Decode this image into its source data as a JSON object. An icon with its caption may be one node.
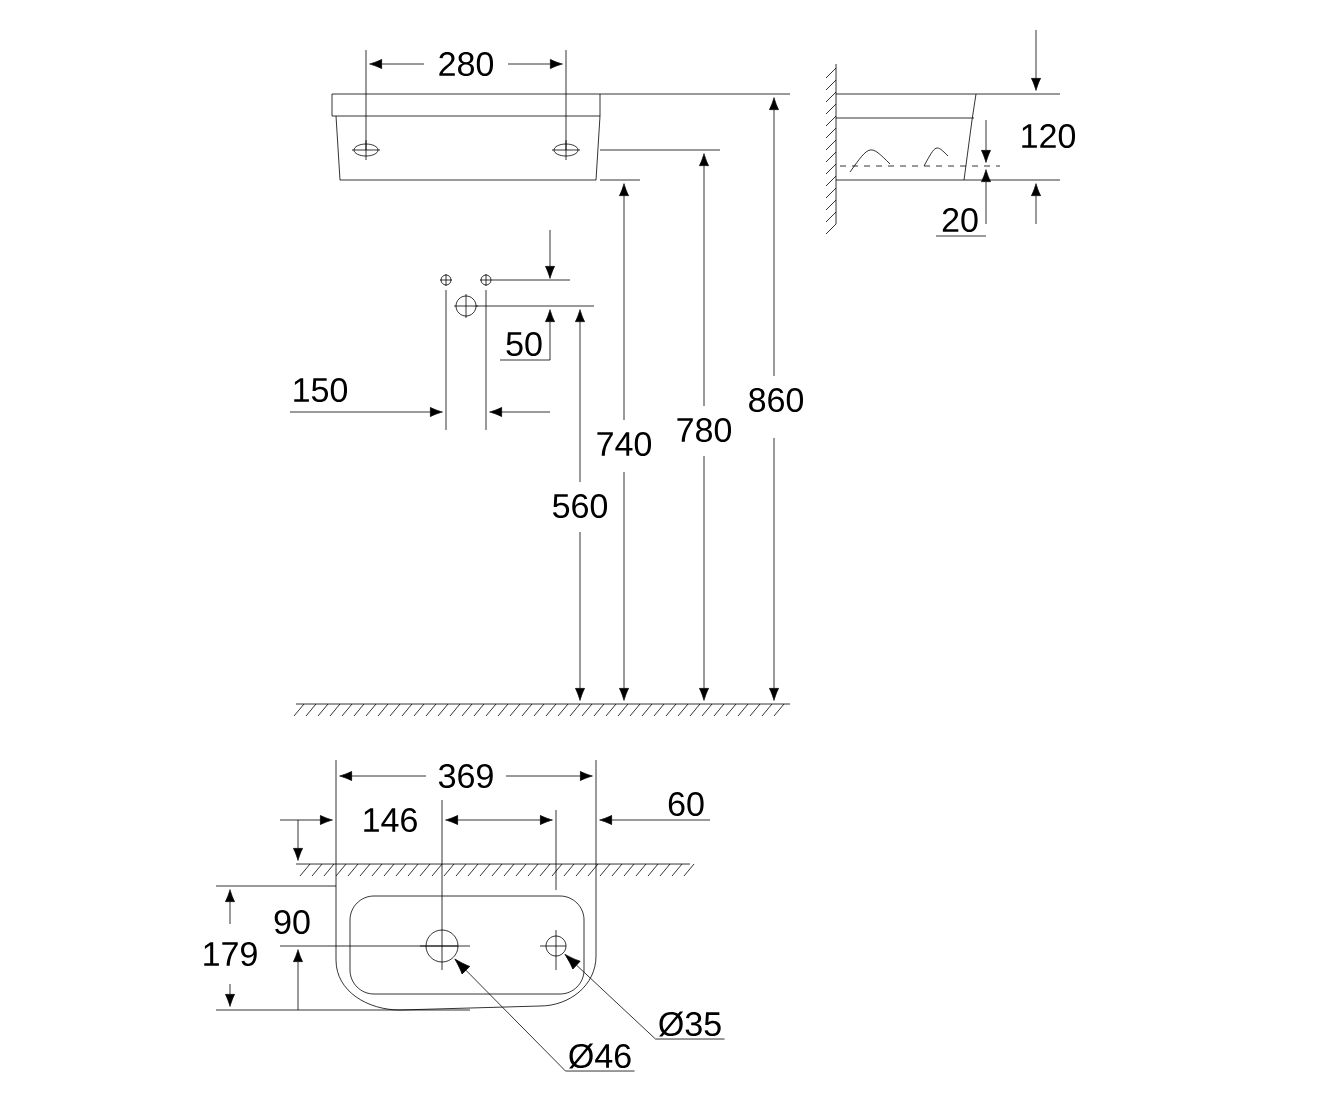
{
  "diagram": {
    "nodes": [
      {
        "text": [
          "Ø46"
        ]
      },
      {
        "text": [],
        "shape": "circle"
      },
      {
        "text": [
          "Ø35"
        ]
      },
      {
        "text": [],
        "shape": "circle"
      }
    ],
    "edges": [
      {
        "from": 0,
        "to": 1,
        "arrow": "to"
      },
      {
        "from": 2,
        "to": 3,
        "arrow": "to"
      }
    ],
    "labels": [
      "280",
      "120",
      "20",
      "50",
      "150",
      "740",
      "780",
      "860",
      "560",
      "369",
      "146",
      "60",
      "90",
      "179"
    ]
  }
}
